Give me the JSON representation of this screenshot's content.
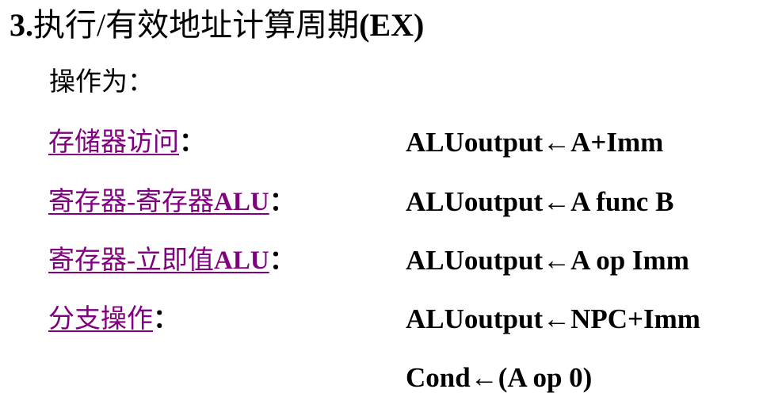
{
  "title": {
    "number": "3.",
    "text": "执行/有效地址计算周期",
    "suffix": "(EX)"
  },
  "intro": "操作为：",
  "rows": [
    {
      "label": "存储器访问",
      "label_bold": "",
      "colon": "：",
      "formula": "ALUoutput←A+Imm"
    },
    {
      "label": "寄存器-寄存器",
      "label_bold": "ALU",
      "colon": "：",
      "formula": "ALUoutput←A func B"
    },
    {
      "label": "寄存器-立即值",
      "label_bold": "ALU",
      "colon": "：",
      "formula": "ALUoutput←A op Imm"
    },
    {
      "label": "分支操作",
      "label_bold": "",
      "colon": "：",
      "formula": "ALUoutput←NPC+Imm"
    },
    {
      "label": "",
      "label_bold": "",
      "colon": "",
      "formula": "Cond←(A op 0)"
    }
  ],
  "colors": {
    "link": "#800080",
    "text": "#000000",
    "background": "#ffffff"
  }
}
